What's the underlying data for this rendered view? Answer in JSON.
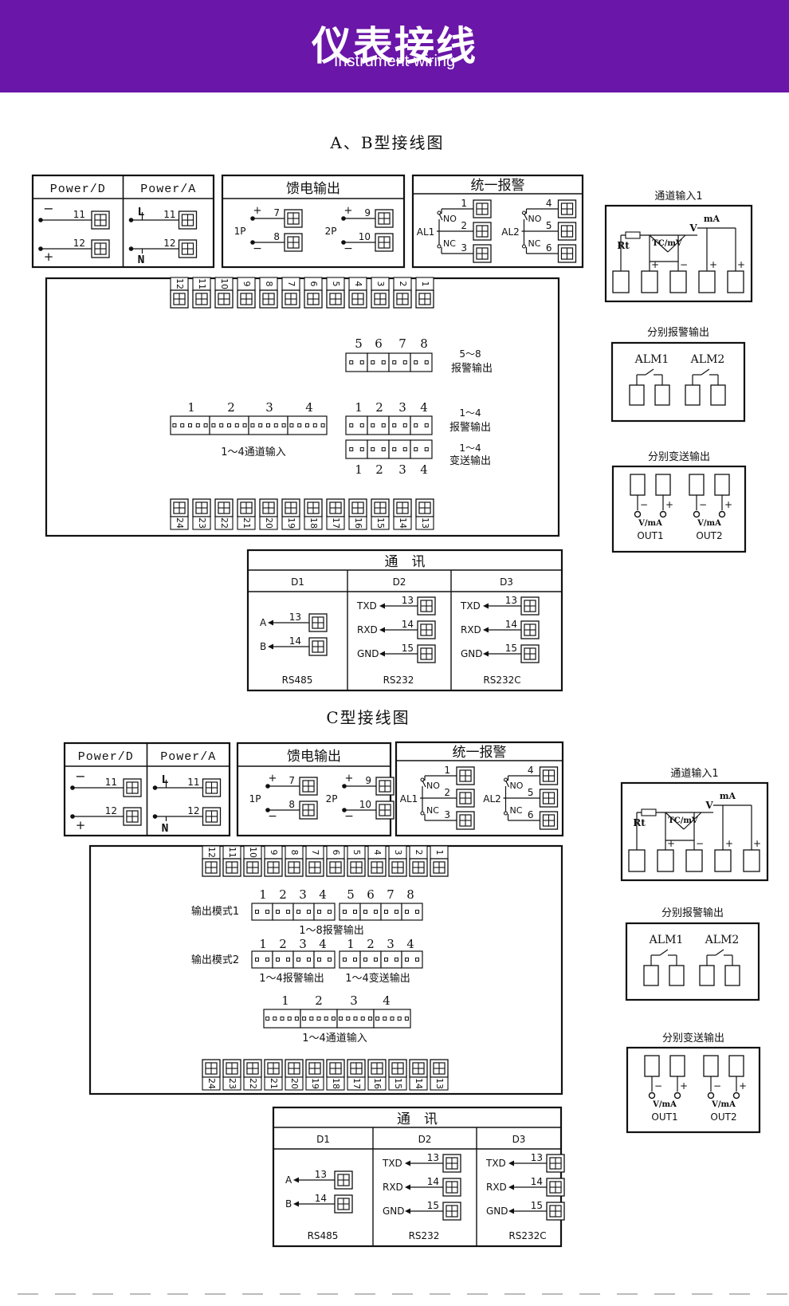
{
  "header": {
    "title": "仪表接线",
    "subtitle": "Instrument wiring"
  },
  "colors": {
    "banner": "#6a16a8",
    "line": "#111111",
    "footer_dash": "#bbbbbb"
  },
  "sections": [
    {
      "id": "ab",
      "title": "A、B型接线图",
      "power": {
        "label_d": "Power/D",
        "label_a": "Power/A",
        "minus": "−",
        "plus": "+",
        "l": "L",
        "n": "N",
        "t1": "11",
        "t2": "12"
      },
      "feed": {
        "title": "馈电输出",
        "p1": "1P",
        "p2": "2P",
        "plus": "+",
        "minus": "−",
        "t": [
          "7",
          "8",
          "9",
          "10"
        ]
      },
      "alarm": {
        "title": "统一报警",
        "al1": "AL1",
        "al2": "AL2",
        "no": "NO",
        "nc": "NC",
        "t": [
          "1",
          "2",
          "3",
          "4",
          "5",
          "6"
        ]
      },
      "top_terminals": [
        "12",
        "11",
        "10",
        "9",
        "8",
        "7",
        "6",
        "5",
        "4",
        "3",
        "2",
        "1"
      ],
      "bottom_terminals": [
        "24",
        "23",
        "22",
        "21",
        "20",
        "19",
        "18",
        "17",
        "16",
        "15",
        "14",
        "13"
      ],
      "slots": {
        "alarm58_nums": [
          "5",
          "6",
          "7",
          "8"
        ],
        "alarm58_label_1": "5～8",
        "alarm58_label_2": "报警输出",
        "ch_nums": [
          "1",
          "2",
          "3",
          "4"
        ],
        "ch_label": "1～4通道输入",
        "alarm14_nums": [
          "1",
          "2",
          "3",
          "4"
        ],
        "alarm14_label_1": "1～4",
        "alarm14_label_2": "报警输出",
        "trans14_nums": [
          "1",
          "2",
          "3",
          "4"
        ],
        "trans14_label_1": "1～4",
        "trans14_label_2": "变送输出"
      },
      "comm": {
        "title": "通　讯",
        "cols": [
          "D1",
          "D2",
          "D3"
        ],
        "d1_signals": [
          "A",
          "B"
        ],
        "d1_terms": [
          "13",
          "14"
        ],
        "d1_name": "RS485",
        "d2_signals": [
          "TXD",
          "RXD",
          "GND"
        ],
        "d2_terms": [
          "13",
          "14",
          "15"
        ],
        "d2_name": "RS232",
        "d3_signals": [
          "TXD",
          "RXD",
          "GND"
        ],
        "d3_terms": [
          "13",
          "14",
          "15"
        ],
        "d3_name": "RS232C"
      },
      "side": {
        "input_title": "通道输入1",
        "rt": "Rt",
        "tcmv": "TC/mV",
        "v": "V",
        "ma": "mA",
        "plus": "+",
        "minus": "−",
        "alarm_title": "分别报警输出",
        "alm1": "ALM1",
        "alm2": "ALM2",
        "trans_title": "分别变送输出",
        "vma": "V/mA",
        "out1": "OUT1",
        "out2": "OUT2"
      }
    },
    {
      "id": "c",
      "title": "C型接线图",
      "power": {
        "label_d": "Power/D",
        "label_a": "Power/A",
        "minus": "−",
        "plus": "+",
        "l": "L",
        "n": "N",
        "t1": "11",
        "t2": "12"
      },
      "feed": {
        "title": "馈电输出",
        "p1": "1P",
        "p2": "2P",
        "plus": "+",
        "minus": "−",
        "t": [
          "7",
          "8",
          "9",
          "10"
        ]
      },
      "alarm": {
        "title": "统一报警",
        "al1": "AL1",
        "al2": "AL2",
        "no": "NO",
        "nc": "NC",
        "t": [
          "1",
          "2",
          "3",
          "4",
          "5",
          "6"
        ]
      },
      "top_terminals": [
        "12",
        "11",
        "10",
        "9",
        "8",
        "7",
        "6",
        "5",
        "4",
        "3",
        "2",
        "1"
      ],
      "bottom_terminals": [
        "24",
        "23",
        "22",
        "21",
        "20",
        "19",
        "18",
        "17",
        "16",
        "15",
        "14",
        "13"
      ],
      "slots": {
        "mode1_label": "输出模式1",
        "mode1_nums": [
          "1",
          "2",
          "3",
          "4",
          "5",
          "6",
          "7",
          "8"
        ],
        "mode1_caption": "1～8报警输出",
        "mode2_label": "输出模式2",
        "mode2_nums": [
          "1",
          "2",
          "3",
          "4",
          "1",
          "2",
          "3",
          "4"
        ],
        "mode2_caption_1": "1～4报警输出",
        "mode2_caption_2": "1～4变送输出",
        "ch_nums": [
          "1",
          "2",
          "3",
          "4"
        ],
        "ch_label": "1～4通道输入"
      },
      "comm": {
        "title": "通　讯",
        "cols": [
          "D1",
          "D2",
          "D3"
        ],
        "d1_signals": [
          "A",
          "B"
        ],
        "d1_terms": [
          "13",
          "14"
        ],
        "d1_name": "RS485",
        "d2_signals": [
          "TXD",
          "RXD",
          "GND"
        ],
        "d2_terms": [
          "13",
          "14",
          "15"
        ],
        "d2_name": "RS232",
        "d3_signals": [
          "TXD",
          "RXD",
          "GND"
        ],
        "d3_terms": [
          "13",
          "14",
          "15"
        ],
        "d3_name": "RS232C"
      },
      "side": {
        "input_title": "通道输入1",
        "rt": "Rt",
        "tcmv": "TC/mV",
        "v": "V",
        "ma": "mA",
        "plus": "+",
        "minus": "−",
        "alarm_title": "分别报警输出",
        "alm1": "ALM1",
        "alm2": "ALM2",
        "trans_title": "分别变送输出",
        "vma": "V/mA",
        "out1": "OUT1",
        "out2": "OUT2"
      }
    }
  ]
}
